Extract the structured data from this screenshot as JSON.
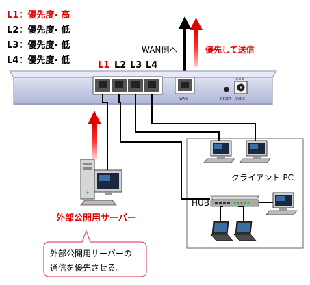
{
  "legend": [
    {
      "text": "L1：優先度‐ 高",
      "color": "#e00000"
    },
    {
      "text": "L2：優先度‐ 低",
      "color": "#000000"
    },
    {
      "text": "L3：優先度‐ 低",
      "color": "#000000"
    },
    {
      "text": "L4：優先度‐ 低",
      "color": "#000000"
    }
  ],
  "wan_label": "WAN側へ",
  "priority_send_label": "優先して送信",
  "ports": [
    "L1",
    "L2",
    "L3",
    "L4"
  ],
  "wan_port_label": "WAN",
  "reset_label": "RESET",
  "dc_label": "9VDC",
  "client_pc_label": "クライアント PC",
  "hub_label": "HUB",
  "server_label": "外部公開用サーバー",
  "callout_text": [
    "外部公開用サーバーの",
    "通信を優先させる。"
  ],
  "colors": {
    "priority": "#e00000",
    "router_body": "#c9cfe8",
    "line": "#000000"
  }
}
